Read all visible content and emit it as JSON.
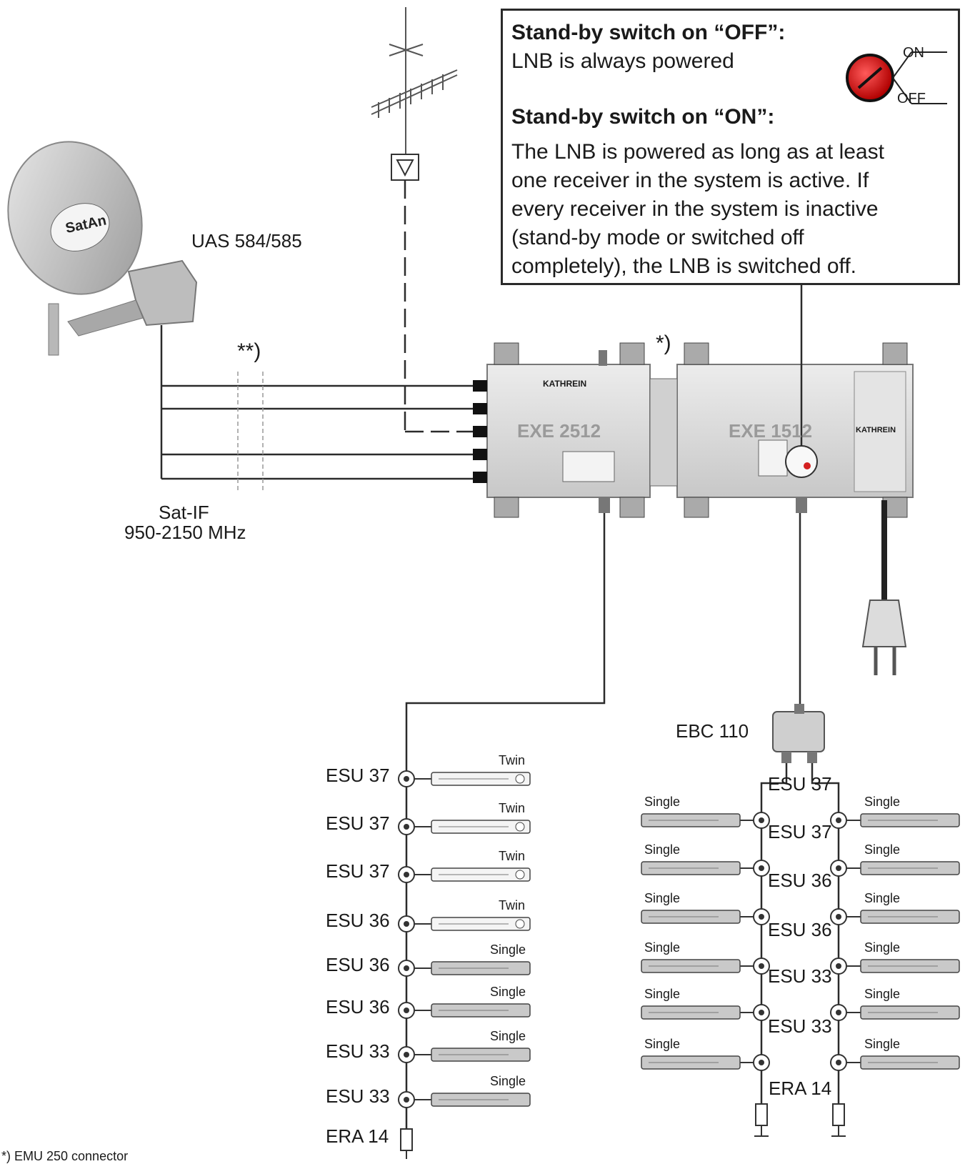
{
  "note": {
    "off_heading": "Stand-by switch on “OFF”:",
    "off_text": "LNB is always powered",
    "on_heading": "Stand-by switch on “ON”:",
    "on_lines": [
      "The LNB is powered as long as at least",
      "one receiver in the system is active. If",
      "every receiver in the system is inactive",
      "(stand-by mode or switched off",
      "completely), the LNB is switched off."
    ],
    "switch_on_label": "ON",
    "switch_off_label": "OFF"
  },
  "dish": {
    "model": "UAS 584/585",
    "brand_logo": "SatAn"
  },
  "double_star": "**)",
  "single_star": "*)",
  "sat_if": {
    "line1": "Sat-IF",
    "line2": "950-2150 MHz"
  },
  "multiswitch_main": {
    "name": "EXE 2512",
    "brand": "KATHREIN"
  },
  "multiswitch_ext": {
    "name": "EXE 1512",
    "brand": "KATHREIN"
  },
  "splitter": "EBC 110",
  "left_chain": [
    {
      "outlet": "ESU 37",
      "receiver": "Twin"
    },
    {
      "outlet": "ESU 37",
      "receiver": "Twin"
    },
    {
      "outlet": "ESU 37",
      "receiver": "Twin"
    },
    {
      "outlet": "ESU 36",
      "receiver": "Twin"
    },
    {
      "outlet": "ESU 36",
      "receiver": "Single"
    },
    {
      "outlet": "ESU 36",
      "receiver": "Single"
    },
    {
      "outlet": "ESU 33",
      "receiver": "Single"
    },
    {
      "outlet": "ESU 33",
      "receiver": "Single"
    }
  ],
  "left_terminator": "ERA 14",
  "right_chain": [
    {
      "outlet": "ESU 37",
      "left_receiver": "Single",
      "right_receiver": "Single"
    },
    {
      "outlet": "ESU 37",
      "left_receiver": "Single",
      "right_receiver": "Single"
    },
    {
      "outlet": "ESU 36",
      "left_receiver": "Single",
      "right_receiver": "Single"
    },
    {
      "outlet": "ESU 36",
      "left_receiver": "Single",
      "right_receiver": "Single"
    },
    {
      "outlet": "ESU 33",
      "left_receiver": "Single",
      "right_receiver": "Single"
    },
    {
      "outlet": "ESU 33",
      "left_receiver": "Single",
      "right_receiver": "Single"
    }
  ],
  "right_terminator": "ERA 14",
  "footnote": "*) EMU 250 connector",
  "colors": {
    "line": "#2b2b2b",
    "device": "#d9d9d9",
    "knob": "#d42020"
  }
}
